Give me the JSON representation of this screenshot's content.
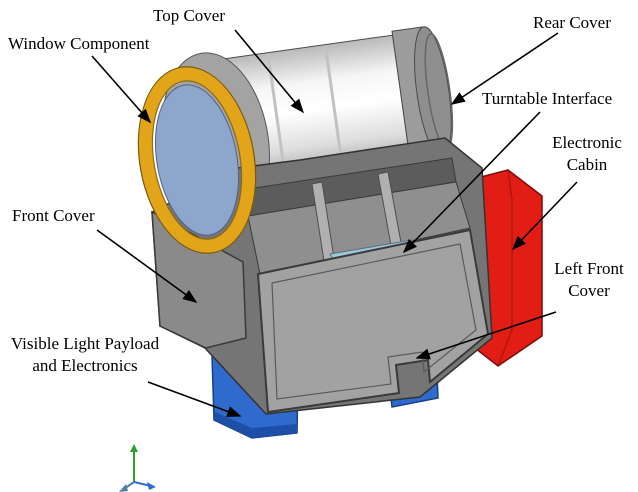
{
  "labels": {
    "top_cover": "Top Cover",
    "rear_cover": "Rear Cover",
    "window_component": "Window Component",
    "turntable_interface": "Turntable Interface",
    "electronic_cabin_lines": [
      "Electronic",
      "Cabin"
    ],
    "front_cover": "Front Cover",
    "left_front_cover_lines": [
      "Left Front",
      "Cover"
    ],
    "visible_light_payload_lines": [
      "Visible Light Payload",
      "and Electronics"
    ]
  },
  "colors": {
    "window_ring_gold": "#E2A418",
    "window_glass_blue": "#8CA6CC",
    "electronic_cabin_red": "#E21D15",
    "payload_blue": "#2F6BCC",
    "turntable_strip_blue": "#9FC6DB",
    "axis_green": "#2FA12F",
    "axis_blue": "#2B6FD6"
  }
}
